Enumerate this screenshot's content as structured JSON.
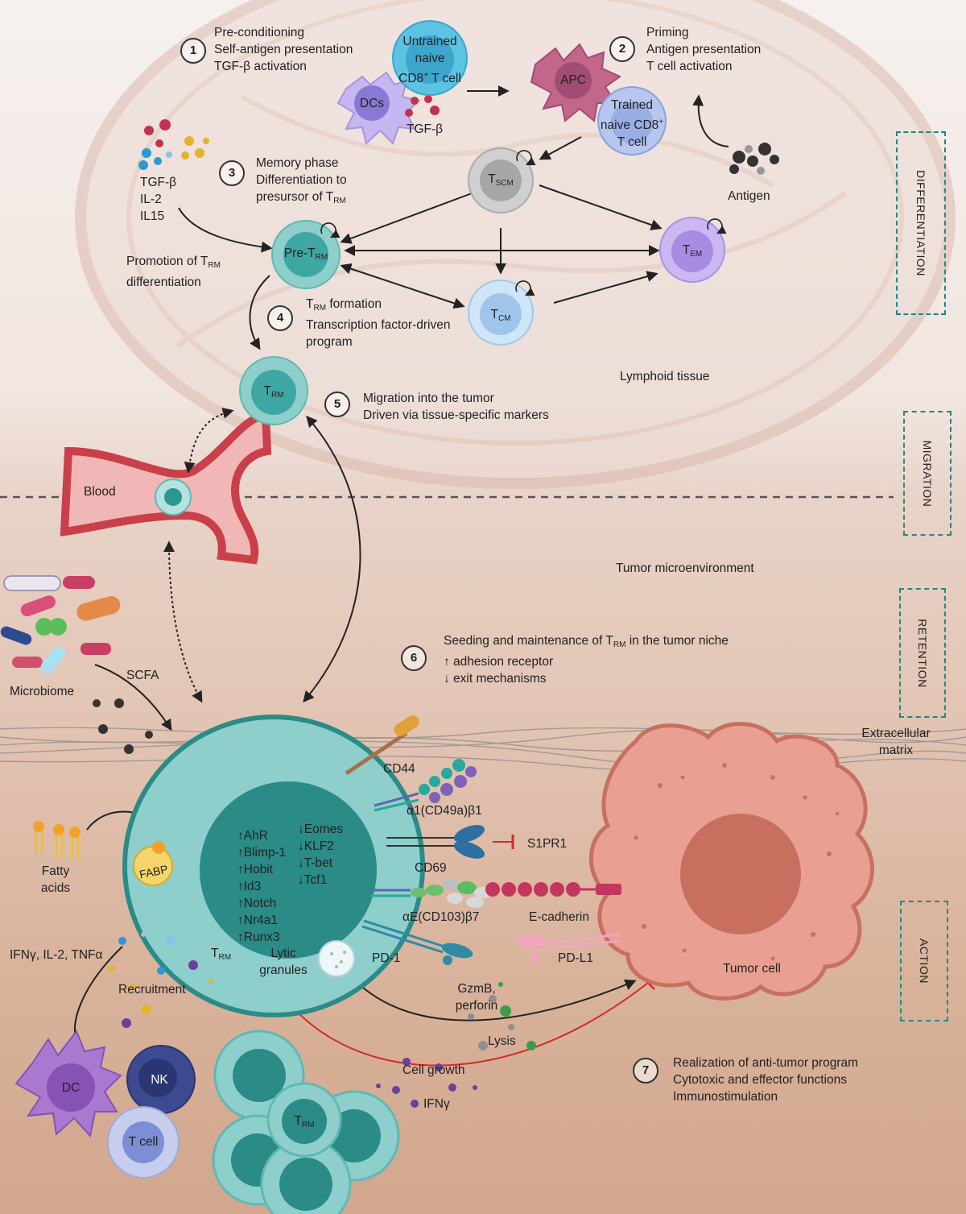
{
  "steps": [
    {
      "num": "1",
      "lines": [
        "Pre-conditioning",
        "Self-antigen presentation",
        "TGF-β activation"
      ]
    },
    {
      "num": "2",
      "lines": [
        "Priming",
        "Antigen  presentation",
        "T cell activation"
      ]
    },
    {
      "num": "3",
      "lines": [
        "Memory phase",
        "Differentiation to"
      ],
      "line3_prefix": "presursor of T",
      "line3_sub": "RM"
    },
    {
      "num": "4",
      "line1_prefix": "T",
      "line1_sub": "RM",
      "line1_suffix": " formation",
      "lines": [
        "Transcription factor-driven",
        "program"
      ]
    },
    {
      "num": "5",
      "lines": [
        "Migration into the tumor",
        "Driven via tissue-specific markers"
      ]
    },
    {
      "num": "6",
      "line1_prefix": "Seeding and maintenance of T",
      "line1_sub": "RM",
      "line1_suffix": " in the tumor niche",
      "lines": [
        "↑ adhesion receptor",
        "↓ exit mechanisms"
      ]
    },
    {
      "num": "7",
      "lines": [
        "Realization of anti-tumor program",
        "Cytotoxic and effector functions",
        "Immunostimulation"
      ]
    }
  ],
  "phases": [
    "DIFFERENTIATION",
    "MIGRATION",
    "RETENTION",
    "ACTION"
  ],
  "cells": {
    "untrained": [
      "Untrained",
      "naive"
    ],
    "untrained_line3_prefix": "CD8",
    "untrained_line3_sup": "+",
    "untrained_line3_suffix": " T cell",
    "dcs": "DCs",
    "apc": "APC",
    "trained": [
      "Trained",
      "T cell"
    ],
    "trained_line2_prefix": "naive CD8",
    "trained_line2_sup": "+",
    "t": "T",
    "scm_sub": "SCM",
    "em_sub": "EM",
    "cm_sub": "CM",
    "rm_sub": "RM",
    "pre": "Pre-T",
    "dc": "DC",
    "nk": "NK",
    "tcell": "T cell",
    "tumor": "Tumor cell",
    "fabp": "FABP"
  },
  "labels": {
    "tgfb_small": "TGF-β",
    "antigen": "Antigen",
    "cytokines": [
      "TGF-β",
      "IL-2",
      "IL15"
    ],
    "promotion_prefix": "Promotion  of T",
    "promotion_sub": "RM",
    "promotion_line2": "differentiation",
    "lymphoid": "Lymphoid tissue",
    "blood": "Blood",
    "tme": "Tumor microenvironment",
    "microbiome": "Microbiome",
    "scfa": "SCFA",
    "ecm": [
      "Extracellular",
      "matrix"
    ],
    "fatty": [
      "Fatty",
      "acids"
    ],
    "cytokines2": "IFNγ, IL-2, TNFα",
    "recruitment": "Recruitment",
    "lytic": [
      "Lytic",
      "granules"
    ],
    "cd44": "CD44",
    "a1": "α1(CD49a)β1",
    "s1pr1": "S1PR1",
    "cd69": "CD69",
    "aE": "αE(CD103)β7",
    "ecad": "E-cadherin",
    "pd1": "PD-1",
    "pdl1": "PD-L1",
    "gzmb": [
      "GzmB,",
      "perforin"
    ],
    "lysis": "Lysis",
    "growth": "Cell growth",
    "ifng": "IFNγ"
  },
  "tf_up": [
    "↑AhR",
    "↑Blimp-1",
    "↑Hobit",
    "↑Id3",
    "↑Notch",
    "↑Nr4a1",
    "↑Runx3"
  ],
  "tf_down": [
    "↓Eomes",
    "↓KLF2",
    "↓T-bet",
    "↓Tcf1"
  ],
  "colors": {
    "teal": "#3fa7a3",
    "teal_light": "#8fcfcb",
    "teal_dark": "#2a8b87",
    "tumor": "#e9a093",
    "tumor_dark": "#c86f5f",
    "purple": "#b9a9ef",
    "apc": "#c2668b",
    "phase_border": "#1d8b84"
  }
}
